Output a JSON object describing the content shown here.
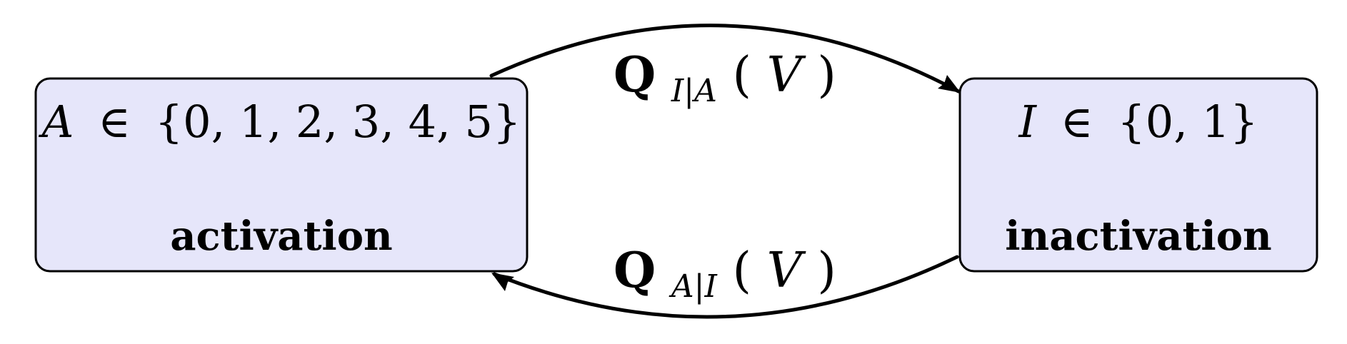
{
  "states": {
    "activation": {
      "variable": "A",
      "member_of": "∈",
      "set": "{0, 1, 2, 3, 4, 5}",
      "label": "activation"
    },
    "inactivation": {
      "variable": "I",
      "member_of": "∈",
      "set": "{0, 1}",
      "label": "inactivation"
    }
  },
  "transitions": {
    "a_to_i": {
      "symbol": "Q",
      "subscript": "I|A",
      "argument_open": "(",
      "argument": "V",
      "argument_close": ")"
    },
    "i_to_a": {
      "symbol": "Q",
      "subscript": "A|I",
      "argument_open": "(",
      "argument": "V",
      "argument_close": ")"
    }
  },
  "colors": {
    "state_fill": "#e6e6fa",
    "stroke": "#000000"
  }
}
